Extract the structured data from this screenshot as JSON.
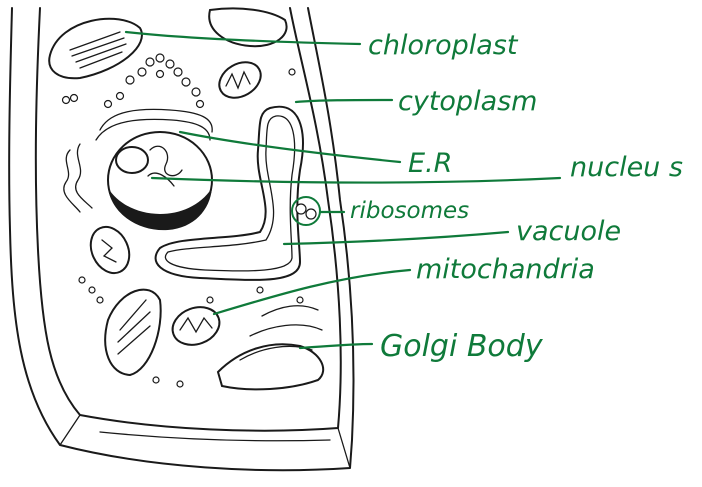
{
  "colors": {
    "ink": "#1a1a1a",
    "label": "#0f7a3a"
  },
  "labels": {
    "chloroplast": "chloroplast",
    "cytoplasm": "cytoplasm",
    "er": "E.R",
    "nucleus": "nucleu s",
    "ribosomes": "ribosomes",
    "vacuole": "vacuole",
    "mitochondria": "mitochandria",
    "golgi": "Golgi Body"
  }
}
